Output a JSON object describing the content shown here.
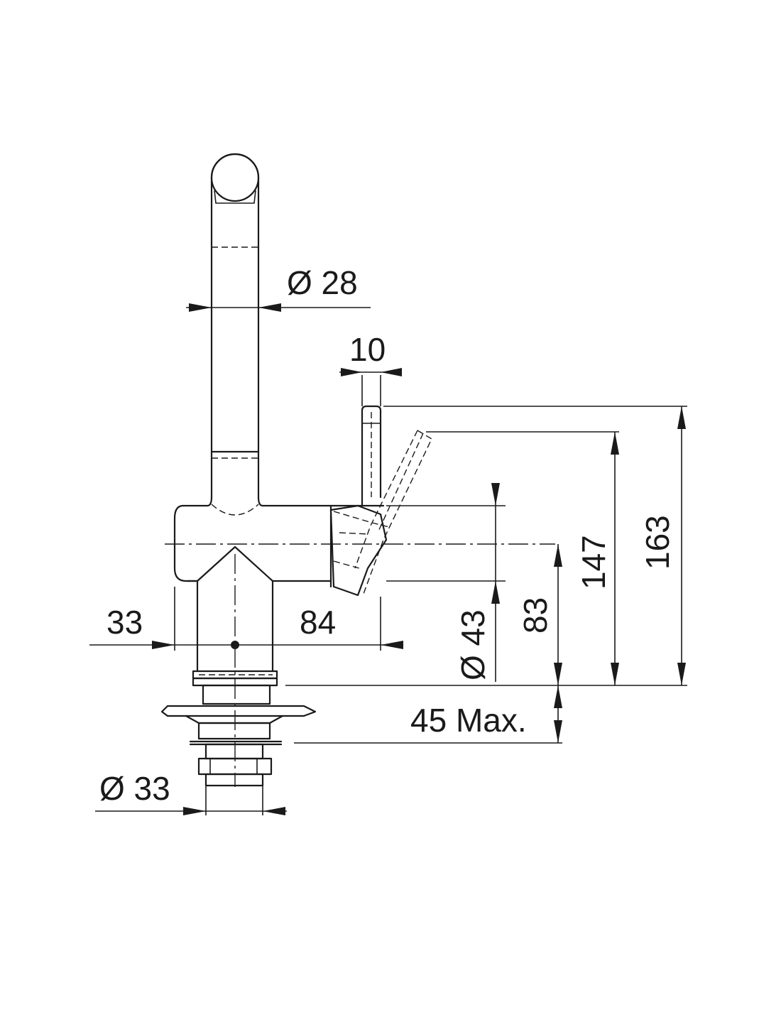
{
  "drawing": {
    "dimensions": {
      "spout_diameter": "Ø 28",
      "handle_width": "10",
      "left_offset": "33",
      "reach": "84",
      "body_diameter": "Ø 43",
      "body_height": "83",
      "handle_height_low": "147",
      "total_height": "163",
      "deck_thickness": "45 Max.",
      "shank_diameter": "Ø 33"
    },
    "colors": {
      "line": "#1a1a1a",
      "background": "#ffffff"
    }
  }
}
